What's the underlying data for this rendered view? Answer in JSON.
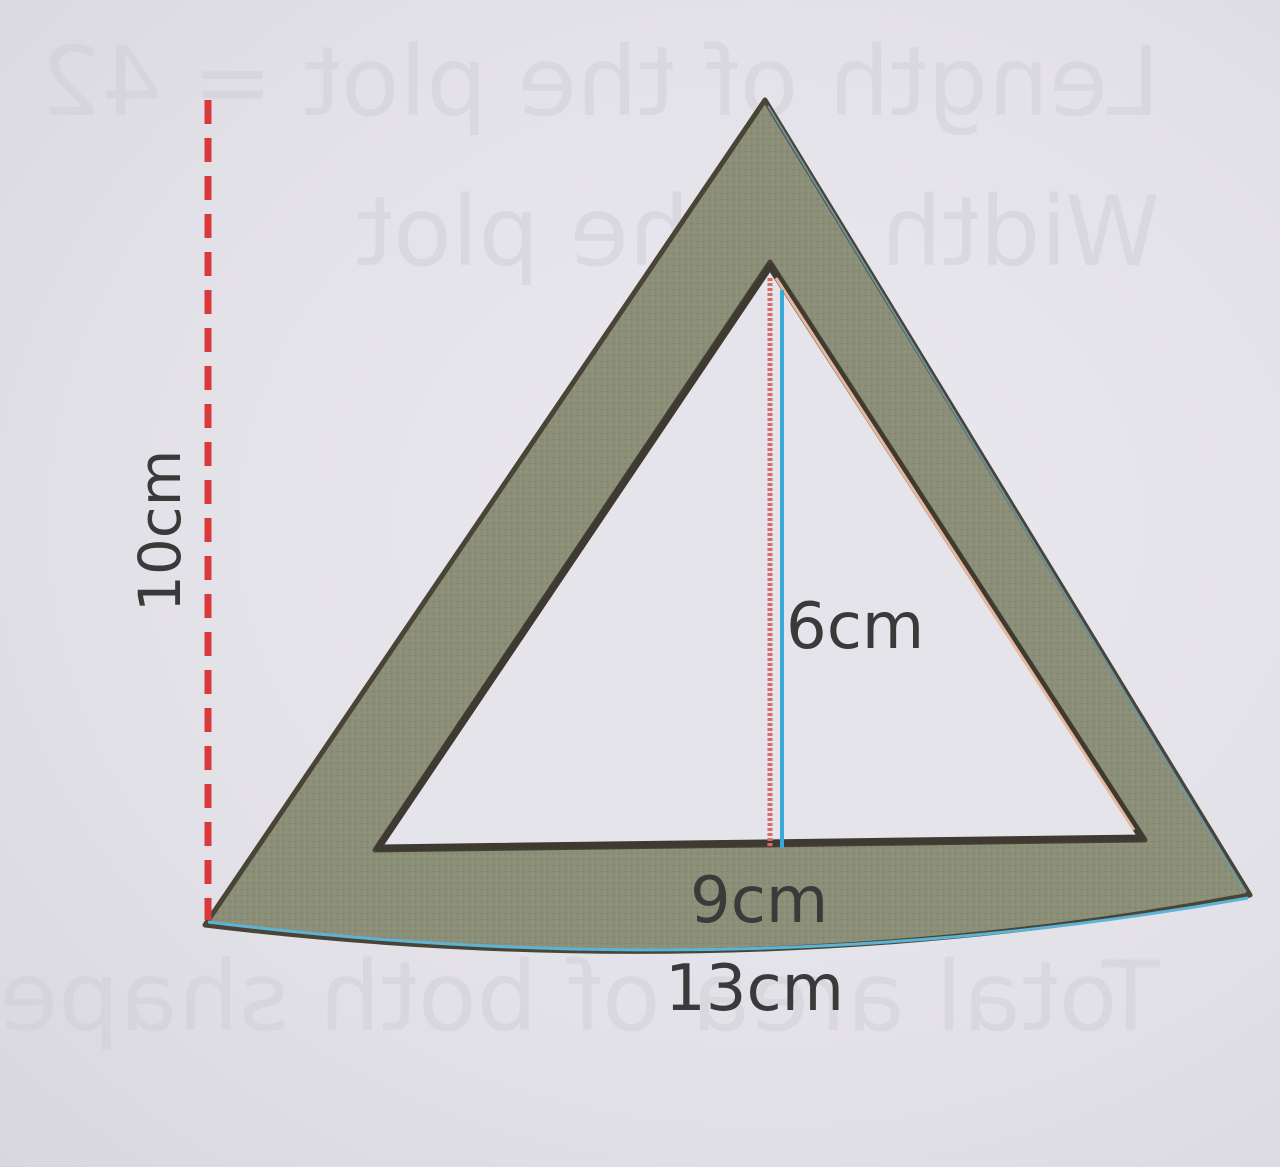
{
  "figure": {
    "labels": {
      "height": "10cm",
      "inner_height": "6cm",
      "inner_base": "9cm",
      "outer_base": "13cm"
    },
    "colors": {
      "band_fill": "#8b8f77",
      "band_outline": "#4a4436",
      "dashed_line": "#d9393a",
      "inner_fill": "#e6e4eb",
      "altitude_red": "#d96a6a",
      "altitude_blue": "#3aa8d8",
      "base_highlight": "#5cb3d6"
    }
  }
}
